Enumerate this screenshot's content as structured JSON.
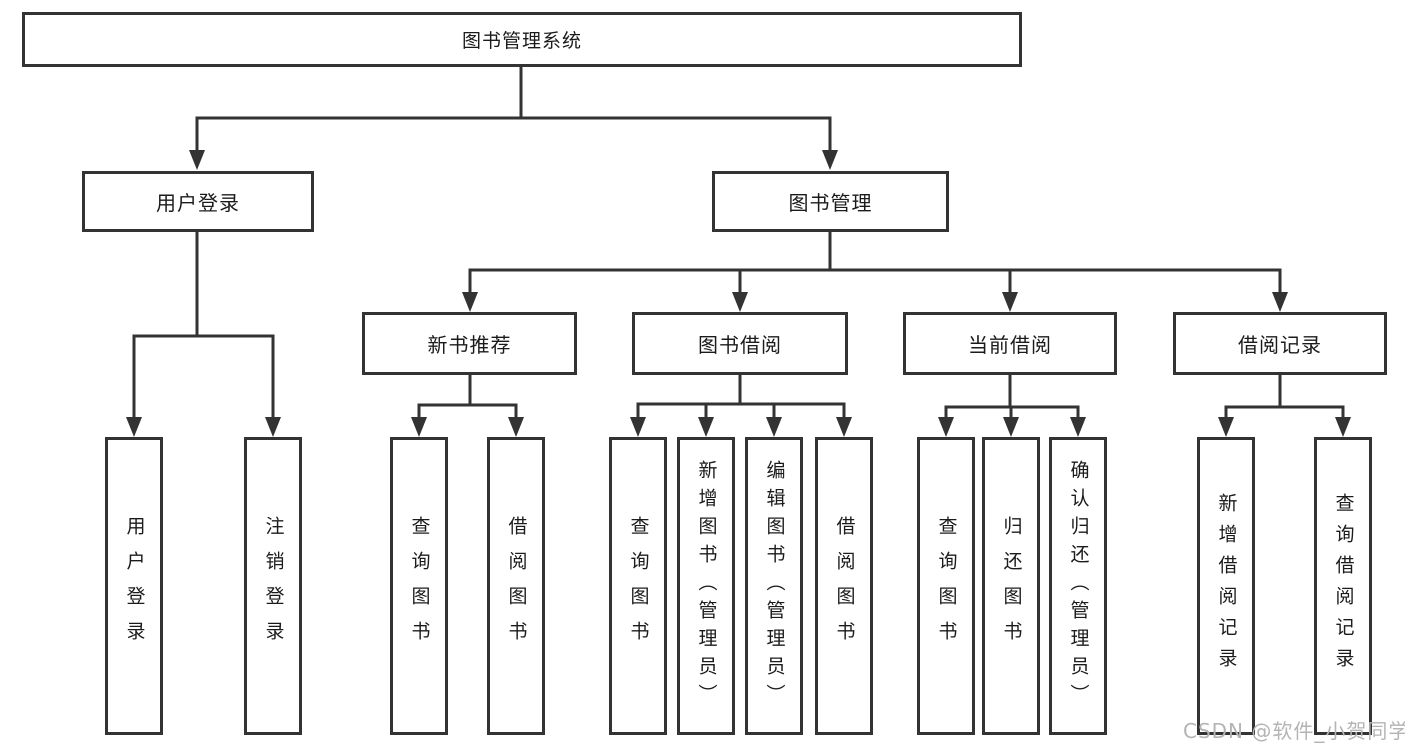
{
  "colors": {
    "line": "#333333",
    "text": "#1b1b1b",
    "box-bg": "#ffffff",
    "watermark": "#b4b4b4"
  },
  "tree": {
    "root": "图书管理系统",
    "branches": {
      "user_login": "用户登录",
      "book_mgmt": "图书管理",
      "new_book_rec": "新书推荐",
      "book_borrow": "图书借阅",
      "current_borrow": "当前借阅",
      "borrow_records": "借阅记录"
    },
    "leaves": {
      "user_login": [
        "用户登录",
        "注销登录"
      ],
      "new_book_rec": [
        "查询图书",
        "借阅图书"
      ],
      "book_borrow": [
        "查询图书",
        "新增图书（管理员）",
        "编辑图书（管理员）",
        "借阅图书"
      ],
      "current_borrow": [
        "查询图书",
        "归还图书",
        "确认归还（管理员）"
      ],
      "borrow_records": [
        "新增借阅记录",
        "查询借阅记录"
      ]
    }
  },
  "watermark": "CSDN @软件_小贺同学"
}
